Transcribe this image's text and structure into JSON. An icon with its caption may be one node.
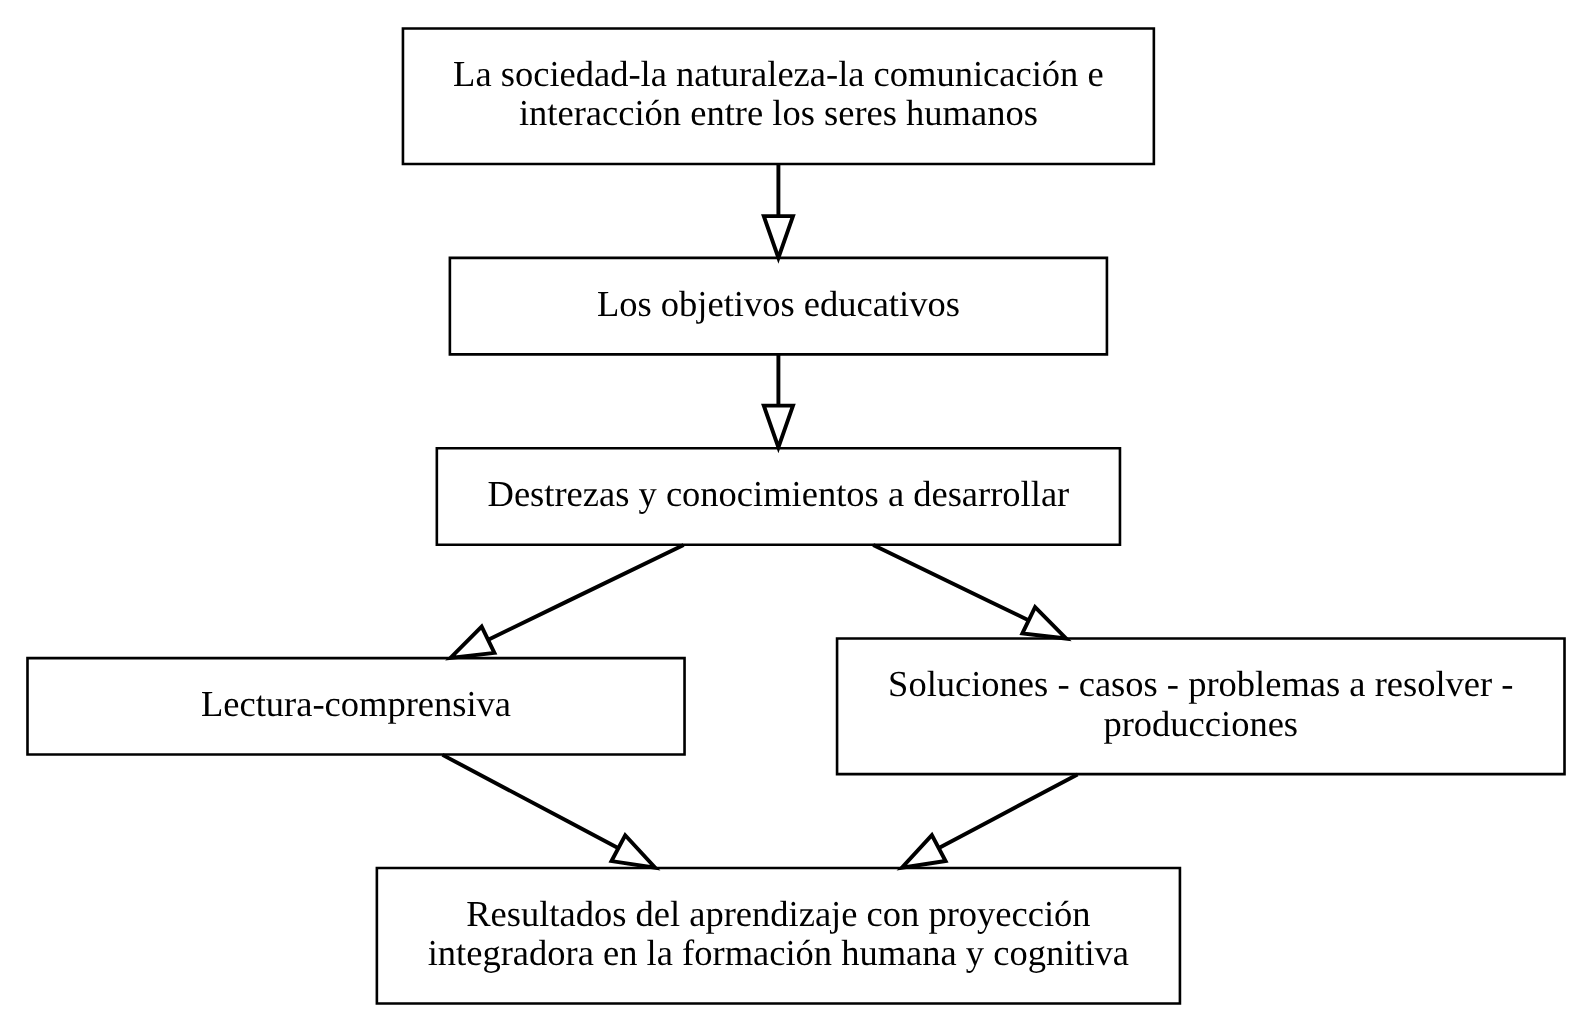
{
  "diagram": {
    "nodes": [
      {
        "text": [
          "La sociedad-la naturaleza-la comunicación e interacción entre los seres humanos"
        ]
      },
      {
        "text": [
          "Los objetivos educativos"
        ]
      },
      {
        "text": [
          "Destrezas y conocimientos a desarrollar"
        ]
      },
      {
        "text": [
          "Lectura-comprensiva"
        ]
      },
      {
        "text": [
          "Soluciones - casos - problemas a resolver - producciones"
        ]
      },
      {
        "text": [
          "Resultados del aprendizaje con proyección integradora en la formación humana y cognitiva"
        ]
      }
    ],
    "edges": [
      {
        "from": 0,
        "to": 1,
        "arrow": "to"
      },
      {
        "from": 1,
        "to": 2,
        "arrow": "to"
      },
      {
        "from": 2,
        "to": 3,
        "arrow": "to"
      },
      {
        "from": 2,
        "to": 4,
        "arrow": "to"
      },
      {
        "from": 3,
        "to": 5,
        "arrow": "to"
      },
      {
        "from": 4,
        "to": 5,
        "arrow": "to"
      }
    ]
  }
}
